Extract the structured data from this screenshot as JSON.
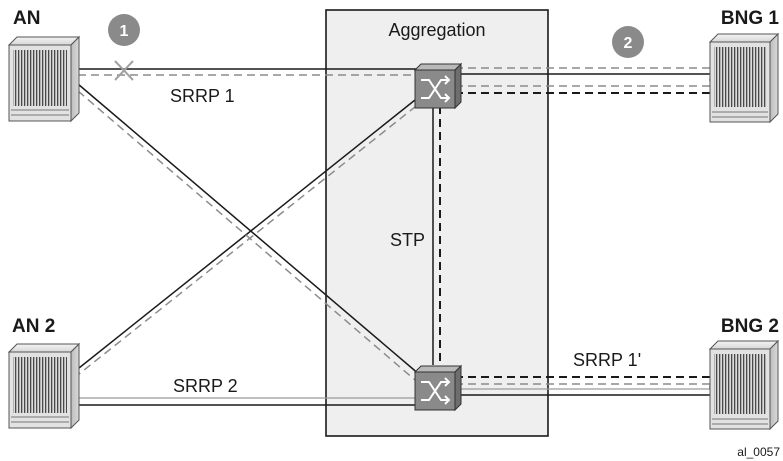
{
  "labels": {
    "an1": "AN",
    "an2": "AN 2",
    "bng1": "BNG 1",
    "bng2": "BNG 2",
    "aggregation": "Aggregation",
    "srrp1": "SRRP 1",
    "srrp2": "SRRP 2",
    "srrp1_prime": "SRRP 1'",
    "stp": "STP",
    "marker1": "1",
    "marker2": "2",
    "figure_id": "al_0057"
  },
  "colors": {
    "solid_link": "#1a1a1a",
    "dashed_link": "#8c8c8c",
    "aggregation_fill": "#efefef",
    "switch_fill": "#8a8a8a",
    "marker_fill": "#8a8a8a",
    "failure_mark": "#a0a0a0"
  },
  "icons": {
    "access_node": "chassis-icon",
    "bng": "router-chassis-icon",
    "switch": "switch-icon",
    "failure": "x-mark-icon"
  }
}
